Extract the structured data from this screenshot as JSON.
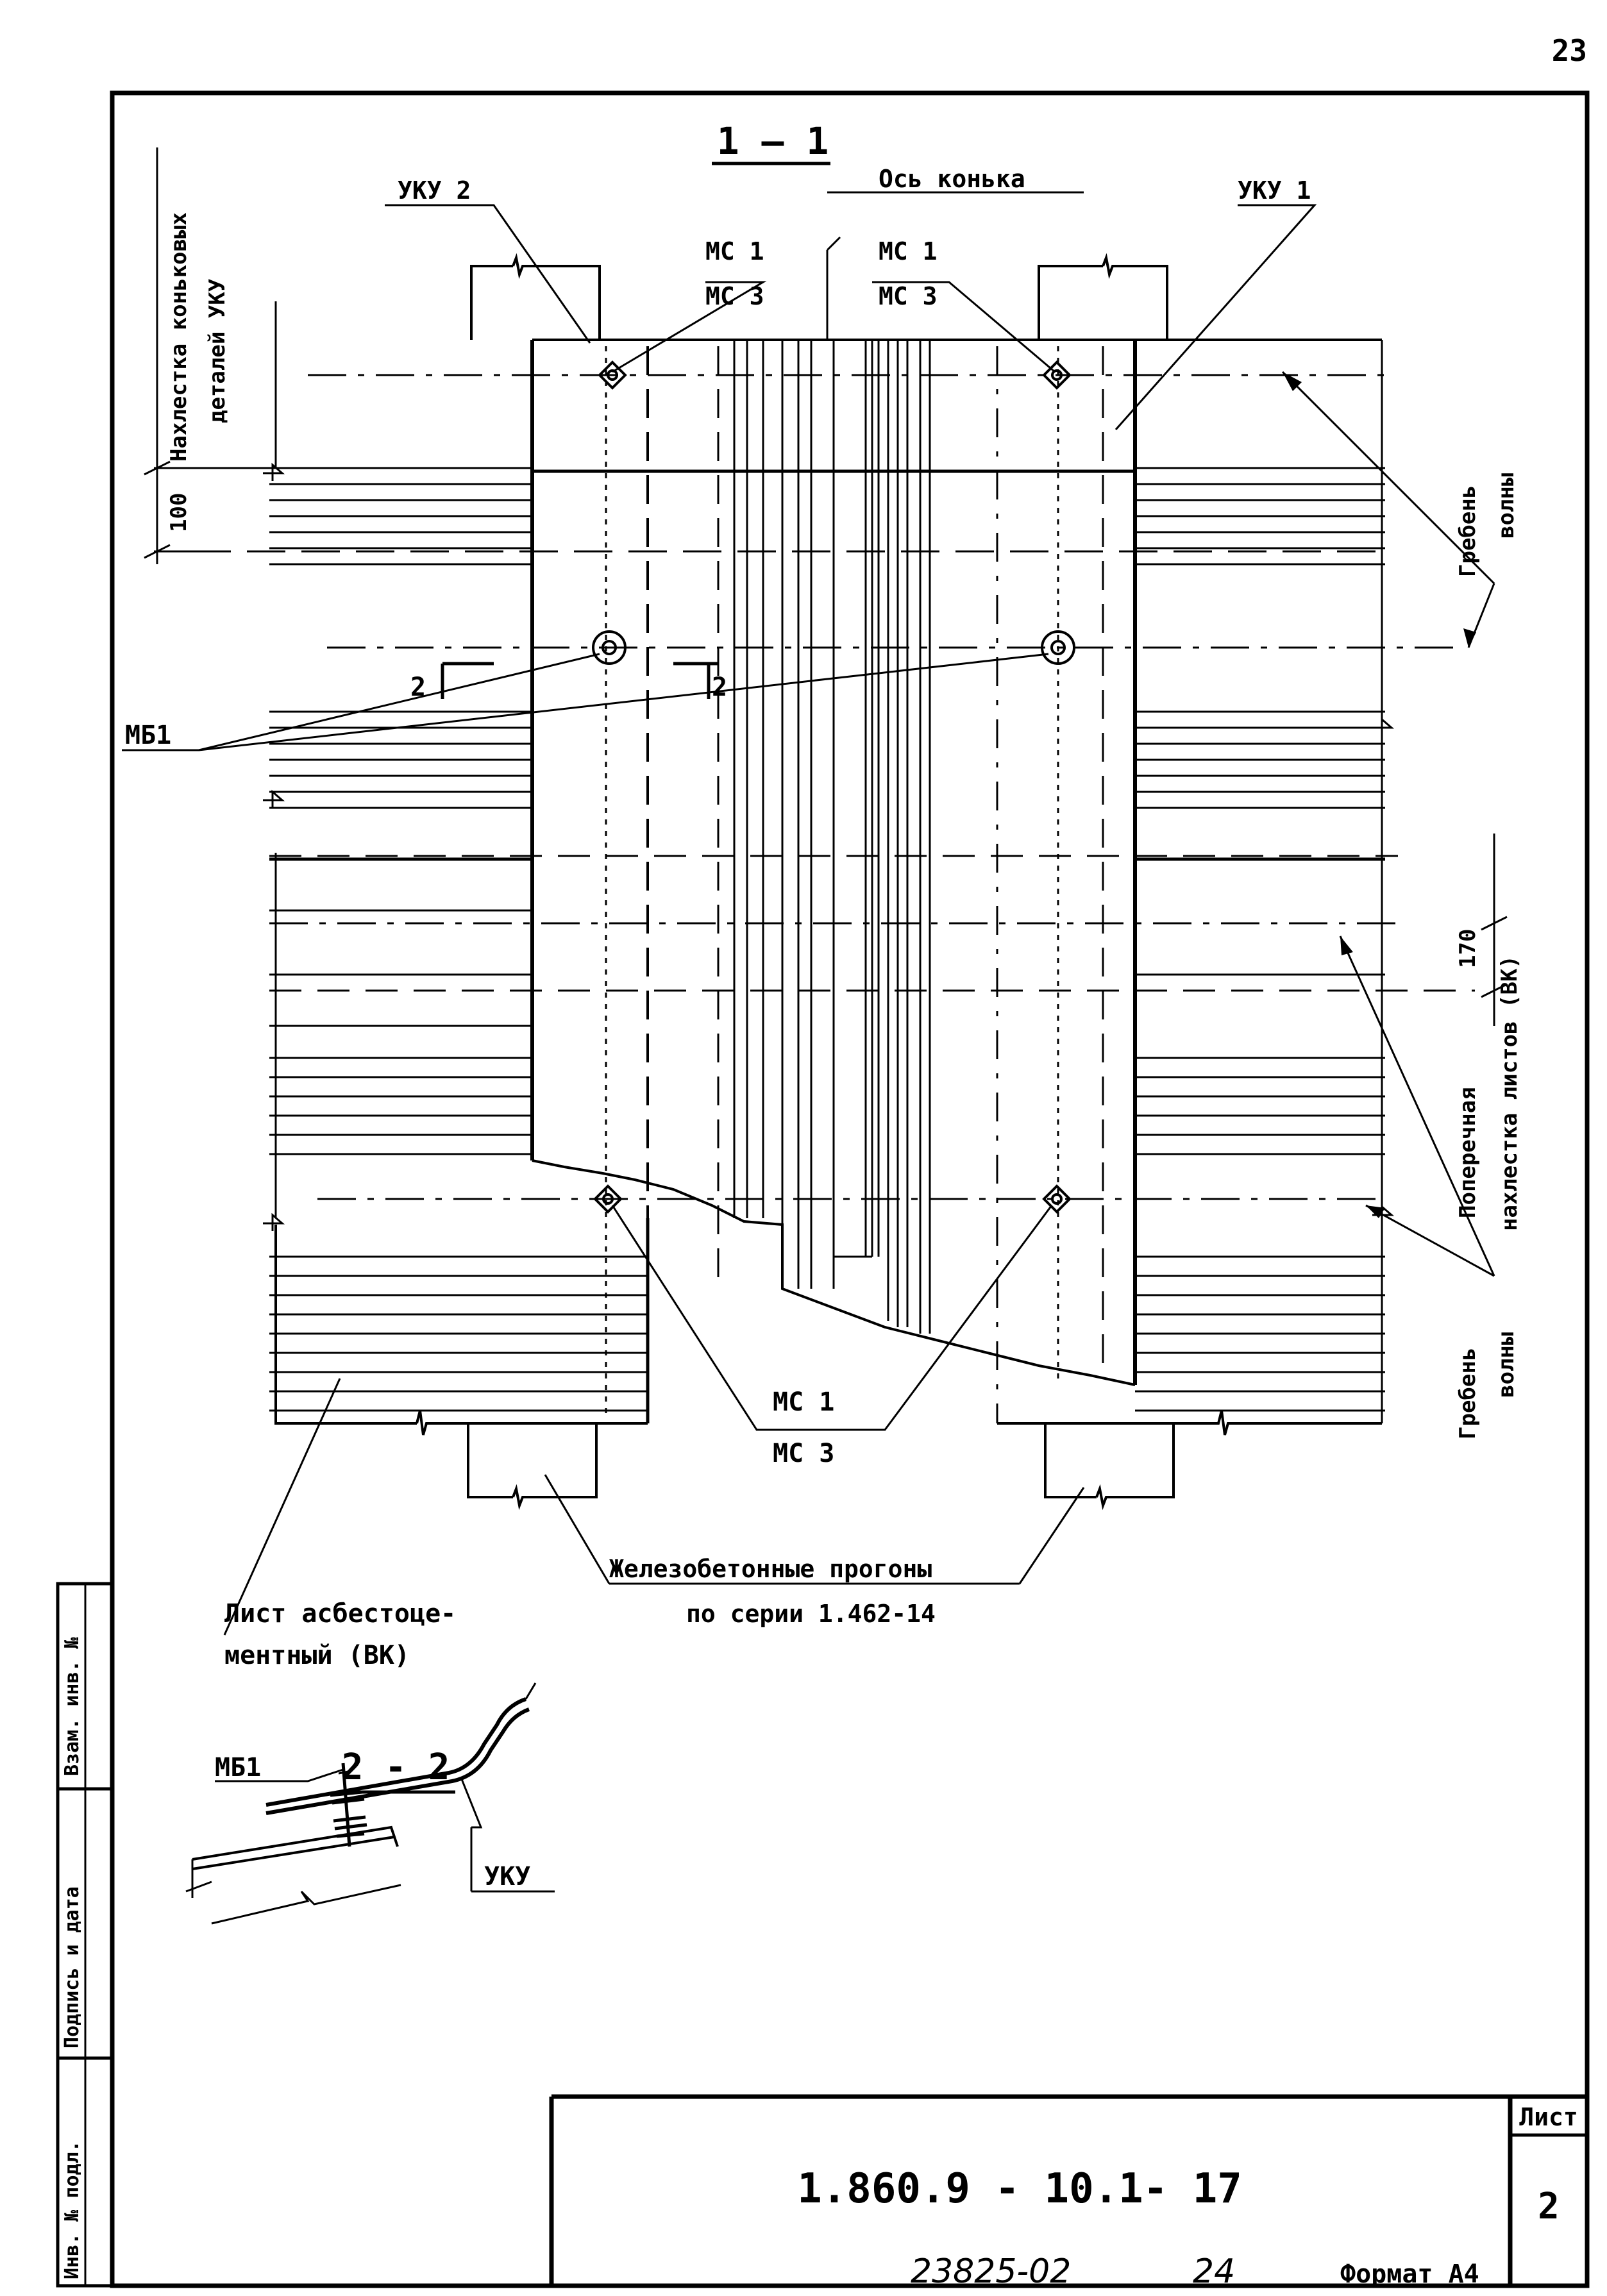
{
  "page_number": "23",
  "section_main": "1 — 1",
  "section_detail": "2 - 2",
  "labels": {
    "uku2": "УКУ 2",
    "uku1": "УКУ 1",
    "ridge_axis": "Ось конька",
    "mc1_left": "МС 1",
    "mc3_left": "МС 3",
    "mc1_right": "МС 1",
    "mc3_right": "МС 3",
    "mc1_bottom": "МС 1",
    "mc3_bottom": "МС 3",
    "mb1": "МБ1",
    "cut_left": "2",
    "cut_right": "2",
    "left_vertical_1": "Нахлестка коньковых",
    "left_vertical_2": "деталей УКУ",
    "dim_100": "100",
    "right_top_1": "Гребень",
    "right_top_2": "волны",
    "dim_170": "170",
    "right_mid_1": "Поперечная",
    "right_mid_2": "нахлестка листов (ВК)",
    "right_bot_1": "Гребень",
    "right_bot_2": "волны",
    "purlins_1": "Железобетонные прогоны",
    "purlins_2": "по серии 1.462-14",
    "sheet_1": "Лист асбестоце-",
    "sheet_2": "ментный (ВК)",
    "detail_mb1": "МБ1",
    "detail_uku": "УКУ"
  },
  "stamp_side": {
    "inv_podl": "Инв. № подл.",
    "podpis": "Подпись и дата",
    "vzam": "Взам. инв. №"
  },
  "title_block": {
    "code": "1.860.9 - 10.1- 17",
    "list_label": "Лист",
    "list_number": "2"
  },
  "footer": {
    "archive": "23825-02",
    "copy": "24",
    "format": "Формат А4"
  }
}
